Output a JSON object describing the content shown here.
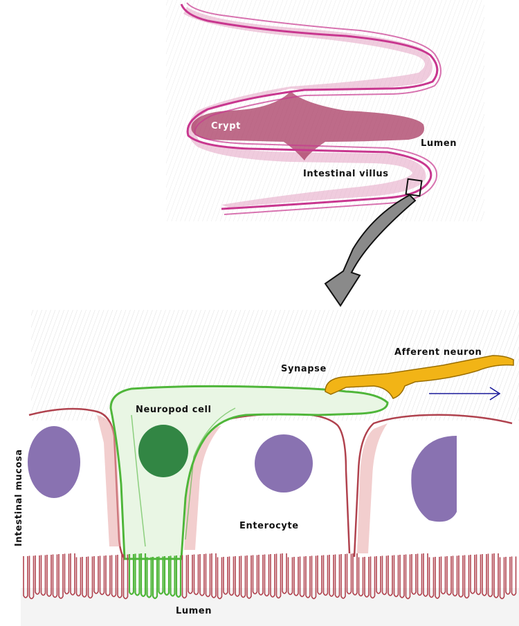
{
  "labels": {
    "crypt": "Crypt",
    "lumen_top": "Lumen",
    "intestinal_villus": "Intestinal villus",
    "afferent_neuron": "Afferent neuron",
    "synapse": "Synapse",
    "neuropod_cell": "Neuropod cell",
    "intestinal_mucosa": "Intestinal mucosa",
    "enterocyte": "Enterocyte",
    "lumen_bottom": "Lumen"
  },
  "colors": {
    "villus_outline": "#c8378f",
    "villus_fill": "#e3a3c3",
    "crypt_fill": "#a83a62",
    "pencil_shading": "#d9d9d9",
    "enterocyte_membrane": "#b0424e",
    "enterocyte_wash": "#e8a5a5",
    "nucleus": "#6b4f9e",
    "neuropod_cell": "#4fb63a",
    "neuropod_nucleus": "#1e7a32",
    "afferent_neuron": "#f2b416",
    "signal_arrow": "#1a1a9a",
    "zoom_arrow": "#8a8a8a"
  }
}
